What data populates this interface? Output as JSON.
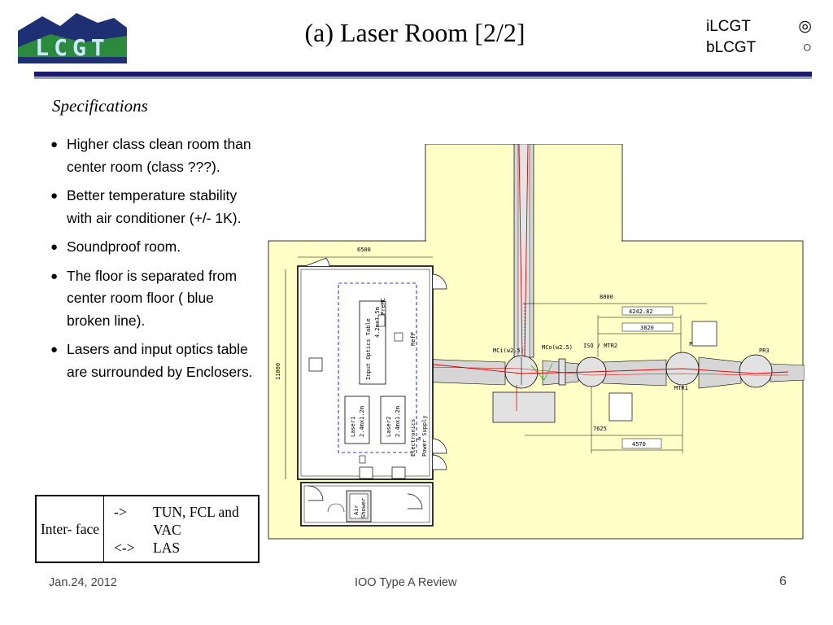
{
  "logo": {
    "text": "LCGT"
  },
  "slide": {
    "title": "(a) Laser Room [2/2]"
  },
  "status": [
    {
      "label": "iLCGT",
      "mark": "◎"
    },
    {
      "label": "bLCGT",
      "mark": "○"
    }
  ],
  "specs": {
    "heading": "Specifications",
    "items": [
      "Higher class clean room than center room (class ???).",
      "Better temperature stability with air conditioner (+/- 1K).",
      "Soundproof room.",
      "The floor is separated from center room floor ( blue broken line).",
      "Lasers and input optics table are surrounded by Enclosers."
    ]
  },
  "interface": {
    "label": "Inter- face",
    "rows": [
      {
        "arrow": "->",
        "text": "TUN, FCL and VAC"
      },
      {
        "arrow": "<->",
        "text": "LAS"
      }
    ]
  },
  "plan": {
    "dims": {
      "d6500": "6500",
      "d11000": "11000",
      "d8000": "8000",
      "d4242": "4242.82",
      "d3820": "3820",
      "d7625": "7625",
      "d4570": "4570"
    },
    "labels": {
      "iot": "Input Optics Table",
      "iot_size": "4.2mx1.5m",
      "premc": "PreMC",
      "refp": "RefP",
      "laser1": "Laser1",
      "laser1_size": "2.4mx1.2m",
      "laser2": "Laser2",
      "laser2_size": "2.4mx1.2m",
      "elec": "Electronics",
      "amp": "&",
      "power": "Power Supply",
      "air": "Air",
      "shower": "Shower",
      "mci": "MCi(w2.5)",
      "mco": "MCo(w2.5)",
      "iso": "ISO / MTR2",
      "mtr1": "MTR1",
      "pr3": "PR3",
      "p": "P"
    }
  },
  "footer": {
    "date": "Jan.24, 2012",
    "center": "IOO Type A Review",
    "page": "6"
  }
}
